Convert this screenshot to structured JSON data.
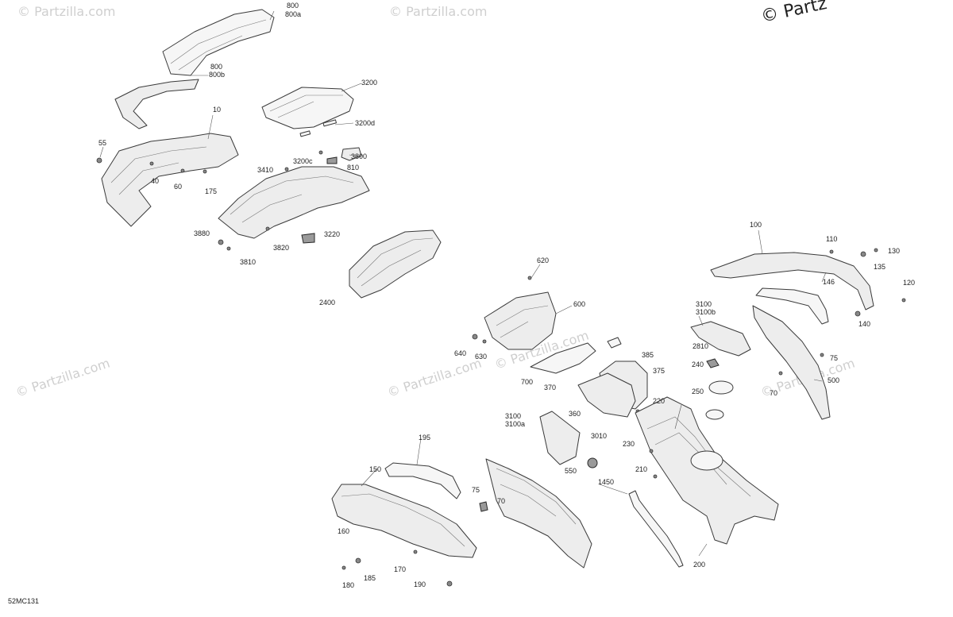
{
  "diagram": {
    "reference_code": "52MC131",
    "watermarks": [
      "© Partzilla.com",
      "© Partzilla.com",
      "© Partzilla.com",
      "© Partzilla.com",
      "© Partzilla.com",
      "© Partzilla.com"
    ],
    "corner_watermark": "© Partz",
    "callouts": [
      "800",
      "800a",
      "800",
      "800b",
      "10",
      "55",
      "40",
      "60",
      "175",
      "3200",
      "3200d",
      "3200c",
      "810",
      "3410",
      "3800",
      "3880",
      "3820",
      "3220",
      "3810",
      "2400",
      "100",
      "110",
      "130",
      "135",
      "120",
      "146",
      "140",
      "75",
      "500",
      "3100",
      "3100b",
      "2810",
      "240",
      "70",
      "250",
      "620",
      "600",
      "640",
      "630",
      "385",
      "375",
      "700",
      "370",
      "360",
      "220",
      "3100",
      "3100a",
      "3010",
      "230",
      "210",
      "195",
      "150",
      "75",
      "70",
      "550",
      "1450",
      "160",
      "170",
      "190",
      "180",
      "185",
      "200"
    ]
  }
}
